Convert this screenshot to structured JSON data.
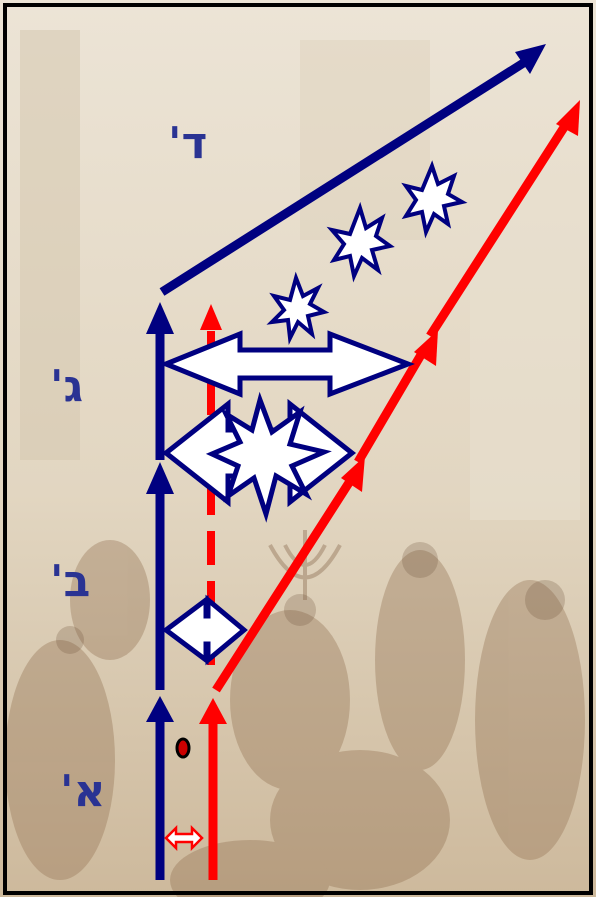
{
  "colors": {
    "primary_path": "#000080",
    "secondary_path": "#ff0000",
    "label_color": "#2a3393",
    "frame": "#000000",
    "symbol_fill": "#ffffff",
    "background": "#e3d8c4"
  },
  "stage_labels": {
    "stage_a": "א'",
    "stage_b": "ב'",
    "stage_c": "ג'",
    "stage_d": "ד'"
  },
  "icons": {
    "divergence_arrow": "double-headed-arrow",
    "conflict_marker": "explosion-star",
    "starting_point": "small-red-dot"
  }
}
